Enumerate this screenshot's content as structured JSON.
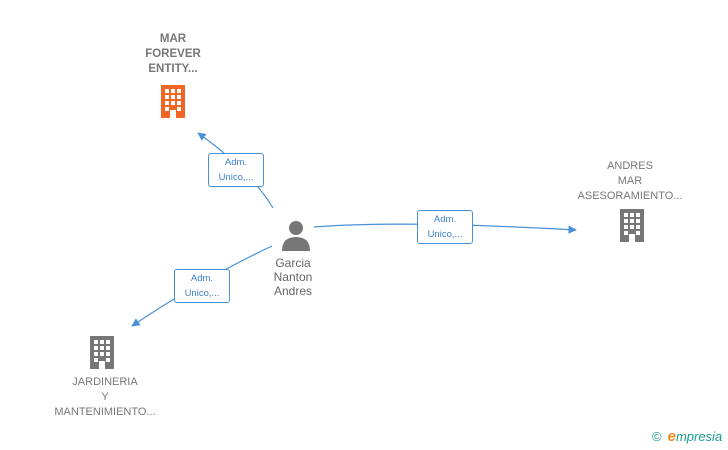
{
  "diagram": {
    "person": {
      "name_lines": [
        "Garcia",
        "Nanton",
        "Andres"
      ]
    },
    "companies": [
      {
        "id": "mar-forever",
        "lines": [
          "MAR",
          "FOREVER",
          "ENTITY..."
        ],
        "color": "#f26522"
      },
      {
        "id": "andres-mar",
        "lines": [
          "ANDRES",
          "MAR",
          "ASESORAMIENTO..."
        ],
        "color": "#777777"
      },
      {
        "id": "jardineria",
        "lines": [
          "JARDINERIA",
          "Y",
          "MANTENIMIENTO..."
        ],
        "color": "#777777"
      }
    ],
    "edges": [
      {
        "to": "mar-forever",
        "lines": [
          "Adm.",
          "Unico,..."
        ]
      },
      {
        "to": "andres-mar",
        "lines": [
          "Adm.",
          "Unico,..."
        ]
      },
      {
        "to": "jardineria",
        "lines": [
          "Adm.",
          "Unico,..."
        ]
      }
    ],
    "edge_color": "#4a90d9"
  },
  "footer": {
    "copyright_symbol": "©",
    "brand_initial": "e",
    "brand_rest": "mpresia"
  }
}
